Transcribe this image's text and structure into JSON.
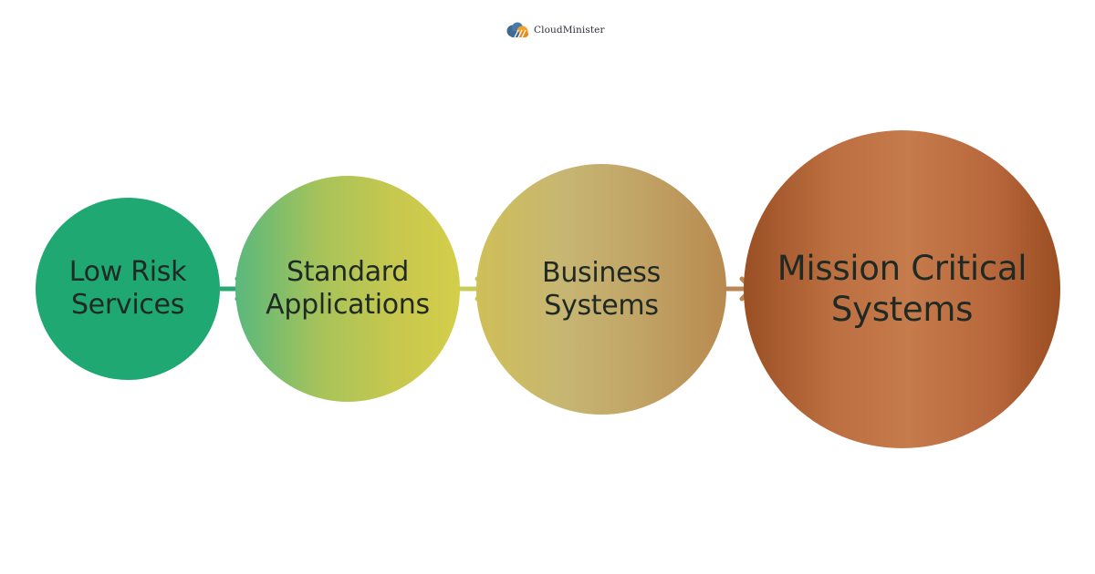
{
  "brand": {
    "name": "CloudMinister"
  },
  "stages": [
    {
      "label": "Low Risk Services"
    },
    {
      "label": "Standard Applications"
    },
    {
      "label": "Business Systems"
    },
    {
      "label": "Mission Critical Systems"
    }
  ],
  "colors": {
    "stage_1": "#20a872",
    "stage_2": "#b3c45a",
    "stage_3": "#c7b26a",
    "stage_4": "#c07444",
    "arrow_1": "#2aa774",
    "arrow_2": "#c9cc5a",
    "arrow_3": "#b98654"
  },
  "icons": {
    "logo": "cloud-logo-icon",
    "connector": "arrow-right-icon"
  }
}
